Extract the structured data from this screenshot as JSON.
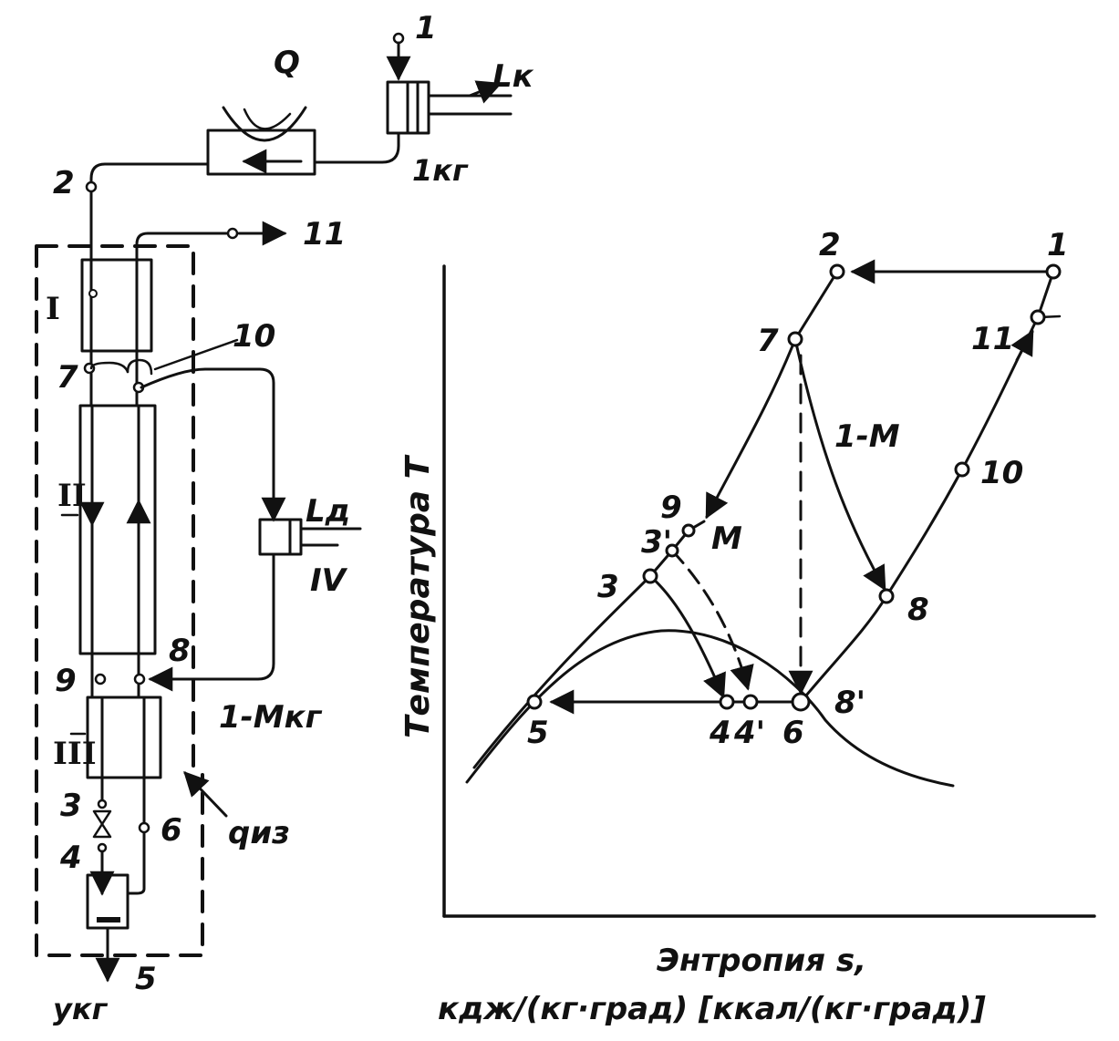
{
  "colors": {
    "ink": "#111111",
    "paper": "#ffffff"
  },
  "scheme": {
    "labels": {
      "p1": "1",
      "p2": "2",
      "p3": "3",
      "p4": "4",
      "p5": "5",
      "p6": "6",
      "p7": "7",
      "p8": "8",
      "p9": "9",
      "p10": "10",
      "p11": "11",
      "heat": "Q",
      "compressor_work": "Lк",
      "expander_work": "Lд",
      "mass_in": "1кг",
      "mass_expander": "1-Mкг",
      "mass_liquid": "yкг",
      "heat_leak": "qиз",
      "hx_1": "I",
      "hx_2": "II",
      "hx_3": "III",
      "expander": "IV"
    }
  },
  "ts_diagram": {
    "axis_y_label": "Температура T",
    "axis_x_label_1": "Энтропия s,",
    "axis_x_label_2": "кдж/(кг·град) [ккал/(кг·град)]",
    "points": {
      "p1": "1",
      "p2": "2",
      "p3": "3",
      "p3p": "3'",
      "p4": "4",
      "p4p": "4'",
      "p5": "5",
      "p6": "6",
      "p7": "7",
      "p8": "8",
      "p8p": "8'",
      "p9": "9",
      "p10": "10",
      "p11": "11",
      "pM": "M",
      "expansion": "1-M"
    }
  }
}
